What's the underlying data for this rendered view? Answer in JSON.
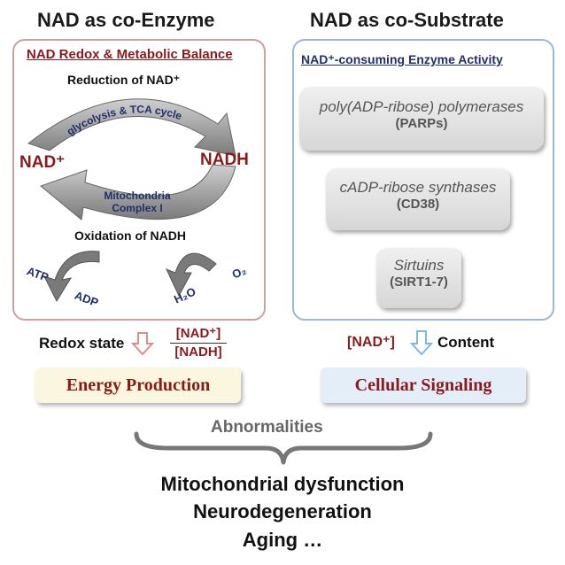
{
  "left": {
    "title": "NAD as co-Enzyme",
    "subtitle": "NAD Redox & Metabolic Balance",
    "reduction": "Reduction of NAD⁺",
    "cycle_top": "glycolysis & TCA cycle",
    "nad_plus": "NAD⁺",
    "nadh": "NADH",
    "mito_line1": "Mitochondria",
    "mito_line2": "Complex I",
    "oxidation": "Oxidation of NADH",
    "atp": "ATP",
    "adp": "ADP",
    "h2o": "H₂O",
    "o2": "O₂"
  },
  "right": {
    "title": "NAD as co-Substrate",
    "subtitle": "NAD⁺-consuming Enzyme Activity",
    "enzymes": [
      {
        "name": "poly(ADP-ribose) polymerases",
        "abbr": "(PARPs)"
      },
      {
        "name": "cADP-ribose synthases",
        "abbr": "(CD38)"
      },
      {
        "name": "Sirtuins",
        "abbr": "(SIRT1-7)"
      }
    ]
  },
  "below": {
    "redox_state": "Redox state",
    "ratio_top": "[NAD⁺]",
    "ratio_bottom": "[NADH]",
    "nad_bracket": "[NAD⁺]",
    "content": "Content",
    "energy": "Energy Production",
    "signaling": "Cellular Signaling",
    "abnormalities": "Abnormalities",
    "outcomes": [
      "Mitochondrial dysfunction",
      "Neurodegeneration",
      "Aging …"
    ]
  },
  "colors": {
    "left_border": "#c9a1a1",
    "right_border": "#9fb7d4",
    "maroon": "#8a1a1a",
    "navy": "#1f2f6b",
    "energy_bg": "#fbf6e0",
    "signal_bg": "#e4eef8",
    "red_arrow": "#e08a8a",
    "blue_arrow": "#7fb6dc"
  }
}
